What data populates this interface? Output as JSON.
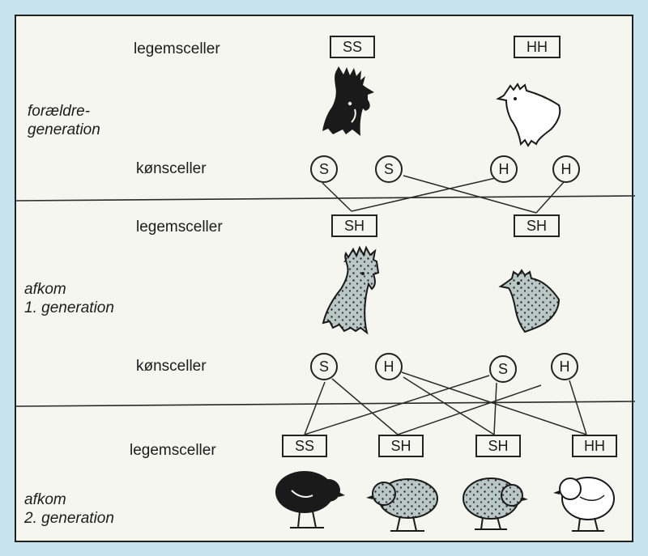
{
  "rows": {
    "parent_body": "legemsceller",
    "parent_gamete": "kønsceller",
    "f1_body": "legemsceller",
    "f1_gamete": "kønsceller",
    "f2_body": "legemsceller"
  },
  "generations": {
    "parent": [
      "forældre-",
      "generation"
    ],
    "f1": [
      "afkom",
      "1. generation"
    ],
    "f2": [
      "afkom",
      "2. generation"
    ]
  },
  "parent_genotypes": [
    "SS",
    "HH"
  ],
  "parent_gametes": [
    "S",
    "S",
    "H",
    "H"
  ],
  "f1_genotypes": [
    "SH",
    "SH"
  ],
  "f1_gametes": [
    "S",
    "H",
    "S",
    "H"
  ],
  "f2_genotypes": [
    "SS",
    "SH",
    "SH",
    "HH"
  ],
  "animals": {
    "parents": [
      "black-rooster-icon",
      "white-hen-icon"
    ],
    "f1": [
      "speckled-rooster-icon",
      "speckled-hen-icon"
    ],
    "f2": [
      "black-chick-icon",
      "speckled-chick-icon",
      "speckled-chick-icon",
      "white-chick-icon"
    ]
  },
  "colors": {
    "background": "#c6e3ee",
    "panel": "#f6f6f1",
    "ink": "#1c1c1c",
    "speckle_fill": "#b9c7c5"
  }
}
